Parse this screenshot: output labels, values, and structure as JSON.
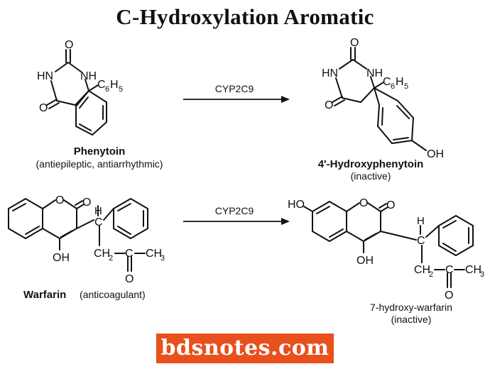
{
  "title": "C-Hydroxylation Aromatic",
  "reactions": [
    {
      "enzyme": "CYP2C9",
      "substrate": {
        "name": "Phenytoin",
        "note": "(antiepileptic, antiarrhythmic)"
      },
      "product": {
        "name": "4'-Hydroxyphenytoin",
        "note": "(inactive)"
      }
    },
    {
      "enzyme": "CYP2C9",
      "substrate": {
        "name": "Warfarin",
        "note": "(anticoagulant)"
      },
      "product": {
        "name": "7-hydroxy-warfarin",
        "note": "(inactive)"
      }
    }
  ],
  "atoms": {
    "O": "O",
    "HN": "HN",
    "NH": "NH",
    "C6H5_main": "C",
    "C6H5_sub1": "6",
    "C6H5_mid": "H",
    "C6H5_sub2": "5",
    "OH": "OH",
    "HO": "HO",
    "H": "H",
    "C": "C",
    "CH2_main": "CH",
    "CH2_sub": "2",
    "CH3": "CH",
    "CH3_sub": "3"
  },
  "watermark": "bdsnotes.com"
}
